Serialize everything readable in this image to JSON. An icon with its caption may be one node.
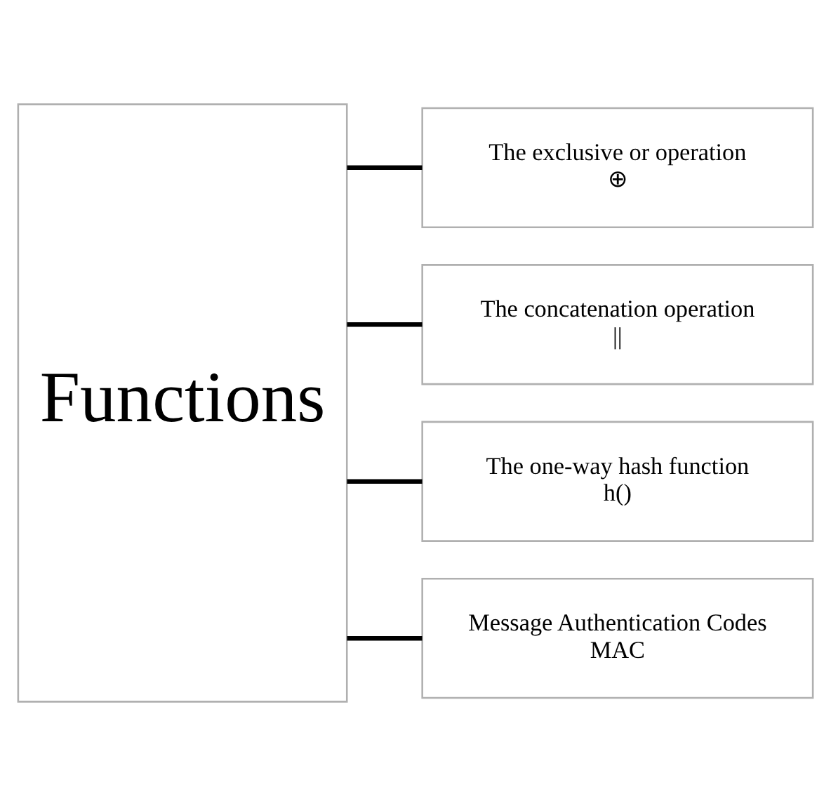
{
  "diagram": {
    "nodes": [
      {
        "text": [
          "Functions"
        ]
      },
      {
        "text": [
          "The exclusive or operation",
          "⊕"
        ]
      },
      {
        "text": [
          "The concatenation operation",
          "||"
        ]
      },
      {
        "text": [
          "The one-way hash function",
          "h()"
        ]
      },
      {
        "text": [
          "Message Authentication Codes",
          "MAC"
        ]
      }
    ],
    "edges": [
      {
        "from": 0,
        "to": 1,
        "arrow": "none"
      },
      {
        "from": 0,
        "to": 2,
        "arrow": "none"
      },
      {
        "from": 0,
        "to": 3,
        "arrow": "none"
      },
      {
        "from": 0,
        "to": 4,
        "arrow": "none"
      }
    ]
  }
}
